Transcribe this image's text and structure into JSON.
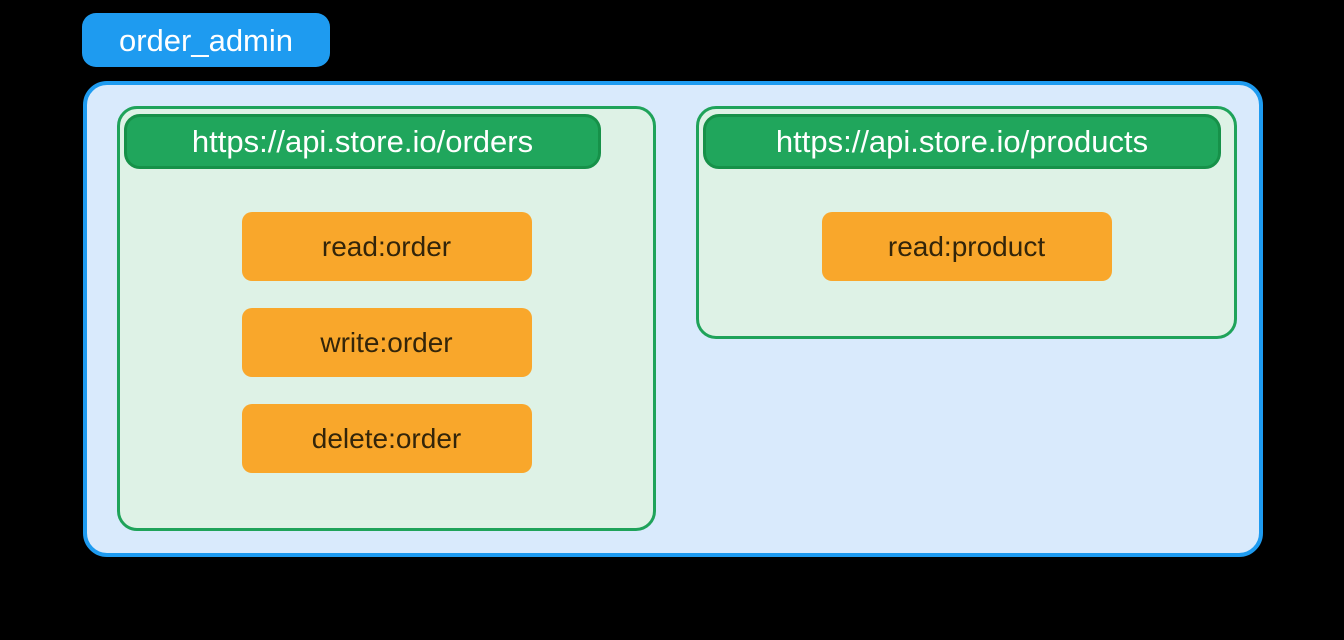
{
  "role": {
    "label": "order_admin"
  },
  "resources": [
    {
      "url": "https://api.store.io/orders",
      "scopes": [
        "read:order",
        "write:order",
        "delete:order"
      ]
    },
    {
      "url": "https://api.store.io/products",
      "scopes": [
        "read:product"
      ]
    }
  ],
  "colors": {
    "background": "#000000",
    "accent_blue": "#1E9BF0",
    "container_fill": "#D9EAFC",
    "resource_fill": "#DEF2E6",
    "resource_border": "#1FA35A",
    "resource_badge_fill": "#20A65C",
    "resource_badge_border": "#169149",
    "scope_fill": "#F9A72B",
    "scope_text": "#33250A",
    "badge_text": "#FFFFFF"
  }
}
